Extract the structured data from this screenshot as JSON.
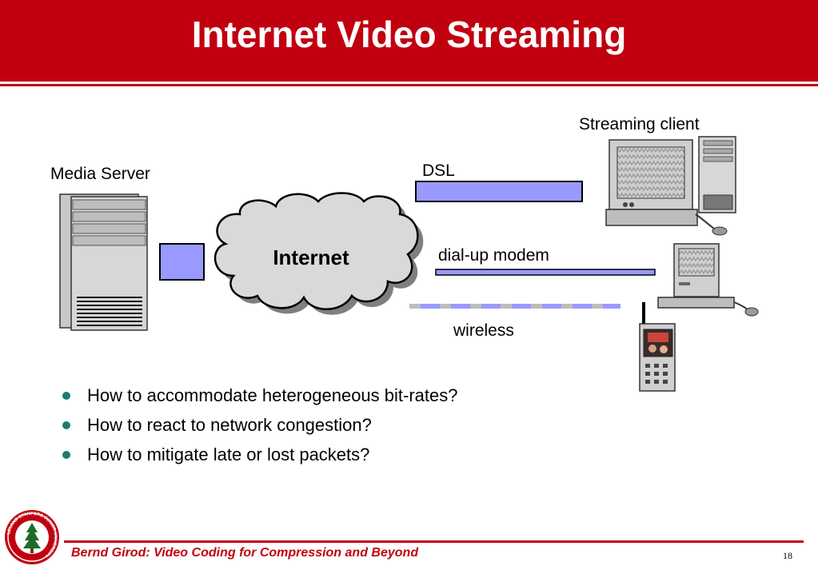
{
  "title": "Internet Video Streaming",
  "diagram": {
    "labels": {
      "media_server": "Media Server",
      "internet": "Internet",
      "streaming_client": "Streaming client",
      "dsl": "DSL",
      "dialup": "dial-up modem",
      "wireless": "wireless"
    }
  },
  "bullets": [
    "How to accommodate heterogeneous bit-rates?",
    "How to react to network congestion?",
    "How to mitigate late or lost packets?"
  ],
  "footer": {
    "text": "Bernd Girod: Video Coding for Compression and Beyond",
    "page": "18",
    "seal_text": "LELAND STANFORD JUNIOR UNIVERSITY"
  },
  "colors": {
    "brand_red": "#c1000f",
    "link_fill": "#9999ff",
    "bullet": "#1e7a6e"
  }
}
